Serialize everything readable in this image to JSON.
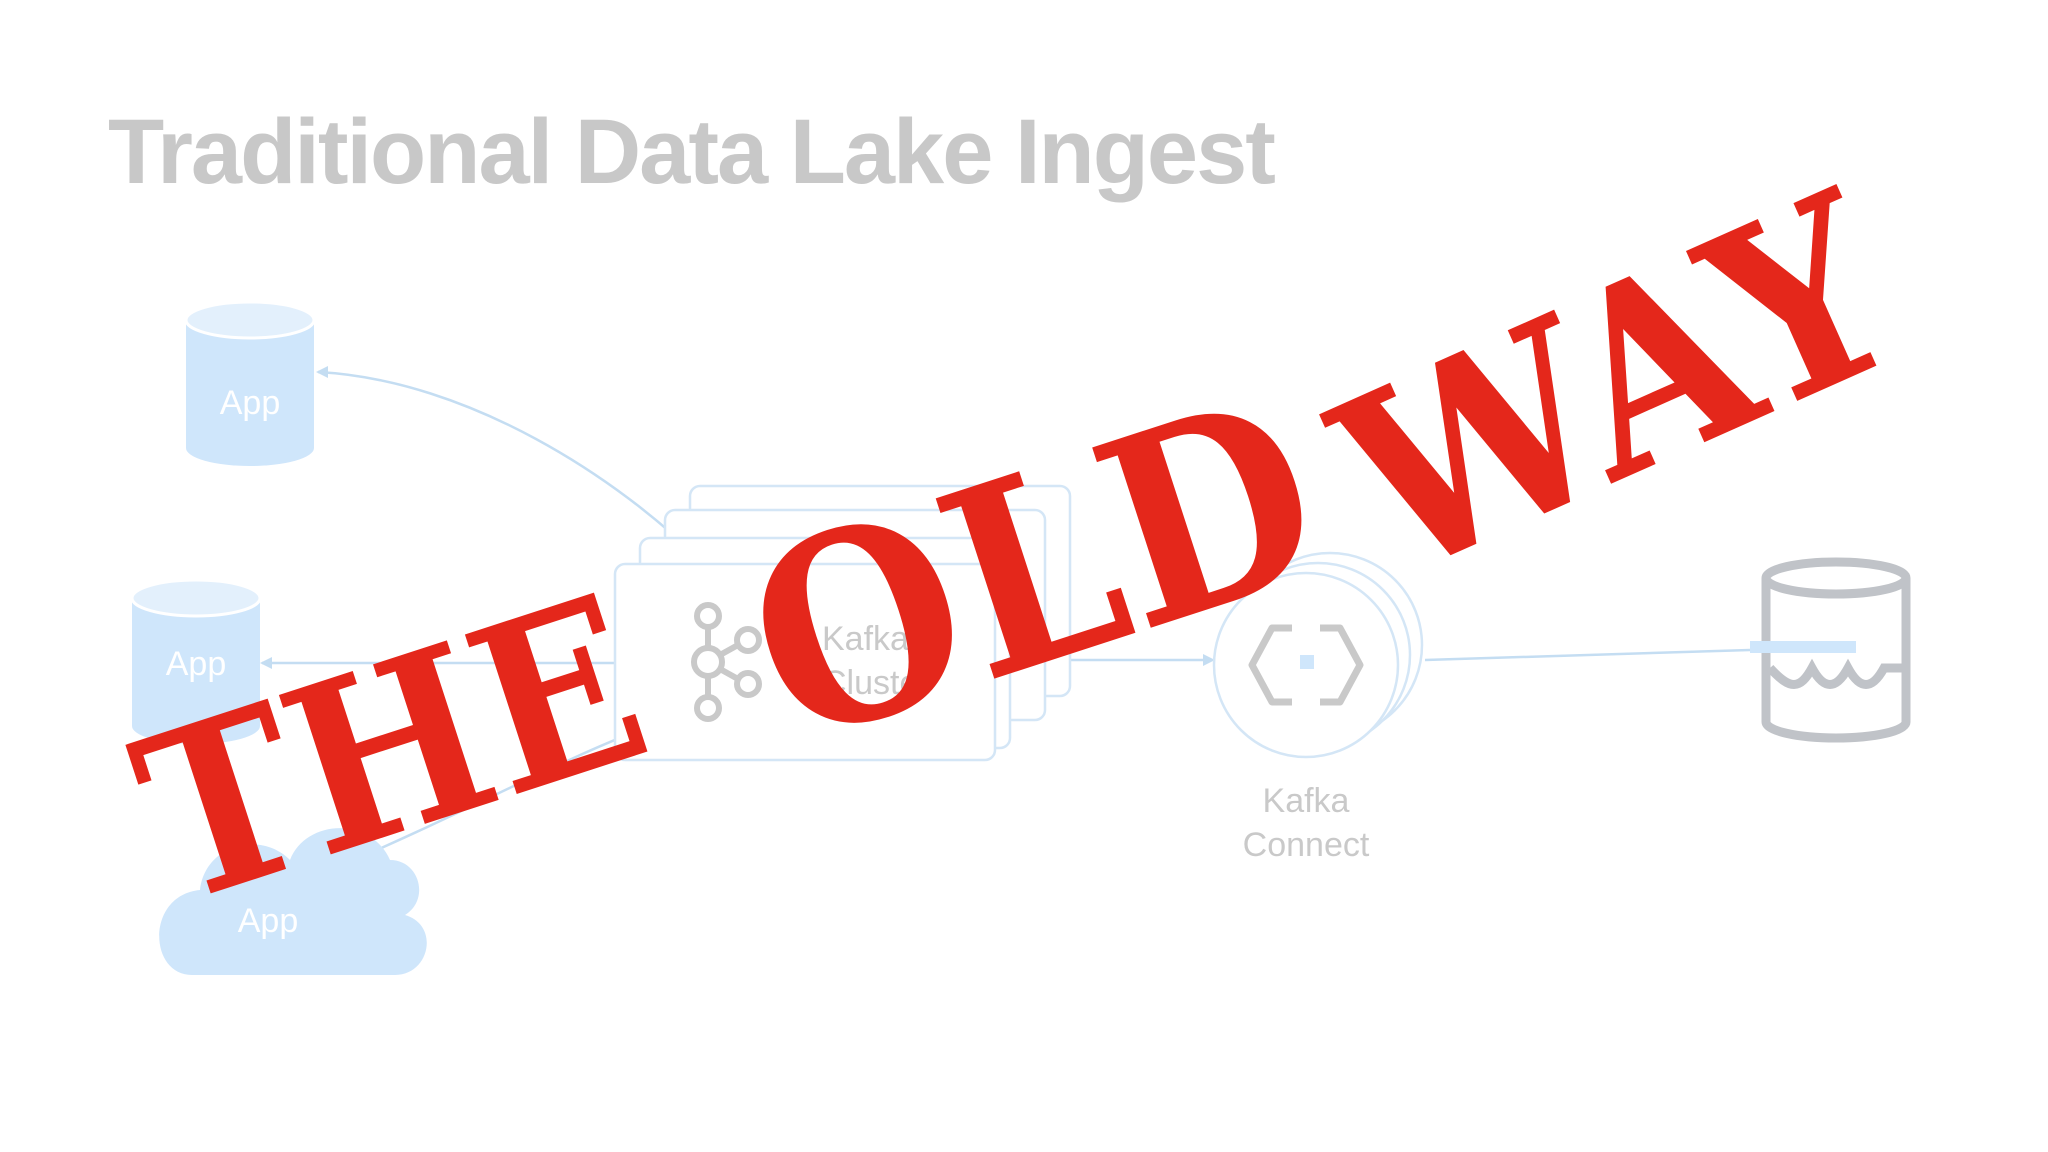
{
  "slide": {
    "title": "Traditional Data Lake Ingest"
  },
  "diagram": {
    "sources": [
      {
        "label": "App",
        "shape": "database"
      },
      {
        "label": "App",
        "shape": "database"
      },
      {
        "label": "App",
        "shape": "cloud"
      }
    ],
    "kafka_cluster": {
      "label_line1": "Kafka",
      "label_line2": "Cluster"
    },
    "kafka_connect": {
      "label_line1": "Kafka",
      "label_line2": "Connect"
    },
    "destination": {
      "icon": "data-lake-icon"
    }
  },
  "stamp": {
    "line1": "THE",
    "line2": "OLD",
    "line3": "WAY"
  },
  "colors": {
    "title": "#c8c8c8",
    "source_fill": "#cfe6fb",
    "connector": "#c4ddf2",
    "node_gray": "#c9c9c9",
    "lake_gray": "#c0c3c8",
    "stamp_red": "#e4271b"
  }
}
